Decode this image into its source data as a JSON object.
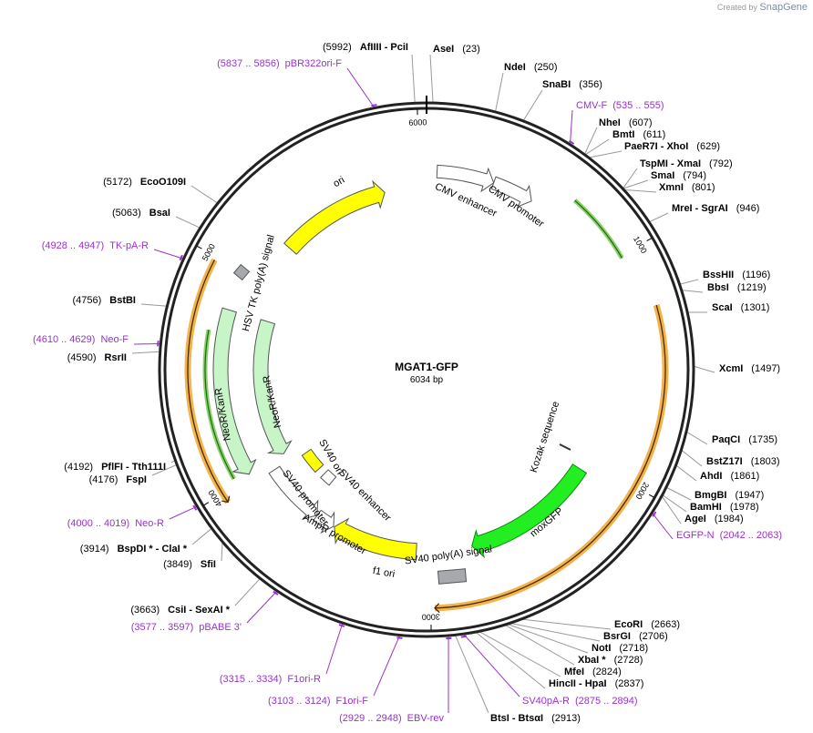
{
  "watermark": {
    "prefix": "Created by",
    "brand": "SnapGene"
  },
  "plasmid": {
    "name": "MGAT1-GFP",
    "length": "6034 bp",
    "total_bp": 6034
  },
  "colors": {
    "ring": "#222222",
    "enzyme_line": "#999999",
    "primer": "#9932cc",
    "ori": "#ffff00",
    "cds_green": "#c8f5c8",
    "gfp": "#22ee22",
    "promoter": "#ffffff",
    "polyA": "#a7a9ac",
    "orange_band": "#f2b24c",
    "dark_line": "#4a2a00"
  },
  "ticks": [
    {
      "bp": 1000,
      "label": "1000"
    },
    {
      "bp": 2000,
      "label": "2000"
    },
    {
      "bp": 3000,
      "label": "3000"
    },
    {
      "bp": 4000,
      "label": "4000"
    },
    {
      "bp": 5000,
      "label": "5000"
    },
    {
      "bp": 6000,
      "label": "6000"
    }
  ],
  "features": [
    {
      "name": "ori",
      "start": 5223,
      "end": 5812,
      "dir": 1,
      "kind": "ori",
      "label": "ori"
    },
    {
      "name": "CMV enhancer",
      "start": 51,
      "end": 331,
      "dir": 1,
      "kind": "promoter",
      "label": "CMV enhancer"
    },
    {
      "name": "CMV promoter",
      "start": 331,
      "end": 534,
      "dir": 1,
      "kind": "promoter",
      "label": "CMV promoter"
    },
    {
      "name": "Kozak sequence",
      "start": 2030,
      "end": 2040,
      "dir": 0,
      "kind": "misc",
      "label": "Kozak sequence"
    },
    {
      "name": "moxGFP",
      "start": 2060,
      "end": 2776,
      "dir": 1,
      "kind": "gfp",
      "label": "moxGFP"
    },
    {
      "name": "SV40 poly(A) signal",
      "start": 2883,
      "end": 3004,
      "dir": 0,
      "kind": "polyA",
      "label": "SV40 poly(A) signal"
    },
    {
      "name": "f1 ori",
      "start": 3071,
      "end": 3526,
      "dir": 1,
      "kind": "ori",
      "label": "f1 ori"
    },
    {
      "name": "AmpR promoter",
      "start": 3531,
      "end": 3635,
      "dir": -1,
      "kind": "promoter",
      "label": "AmpR promoter"
    },
    {
      "name": "SV40 promoter",
      "start": 3636,
      "end": 3966,
      "dir": -1,
      "kind": "promoter",
      "label": "SV40 promoter"
    },
    {
      "name": "SV40 enhancer",
      "start": 3690,
      "end": 3762,
      "dir": 0,
      "kind": "promoter",
      "label": "SV40 enhancer"
    },
    {
      "name": "SV40 ori",
      "start": 3810,
      "end": 3946,
      "dir": 0,
      "kind": "ori",
      "label": "SV40 ori"
    },
    {
      "name": "NeoR/KanR inner",
      "start": 4014,
      "end": 4808,
      "dir": -1,
      "kind": "cds",
      "label": "NeoR/KanR"
    },
    {
      "name": "NeoR/KanR outer",
      "start": 4014,
      "end": 4808,
      "dir": -1,
      "kind": "cds",
      "label": "NeoR/KanR"
    },
    {
      "name": "HSV TK poly(A) signal",
      "start": 4960,
      "end": 5008,
      "dir": 0,
      "kind": "polyA",
      "label": "HSV TK poly(A) signal"
    }
  ],
  "orf_bands": [
    {
      "start": 1245,
      "end": 2984,
      "dir": 1
    },
    {
      "start": 3960,
      "end": 4985,
      "dir": -1
    }
  ],
  "green_lines": [
    {
      "start": 690,
      "end": 1010,
      "dir": -1
    },
    {
      "start": 4030,
      "end": 4700,
      "dir": -1
    }
  ],
  "sites": [
    {
      "name": "AfIIII - PciI",
      "pos": "(5992)"
    },
    {
      "name": "AseI",
      "pos": "(23)"
    },
    {
      "name": "NdeI",
      "pos": "(250)"
    },
    {
      "name": "SnaBI",
      "pos": "(356)"
    },
    {
      "name": "NheI",
      "pos": "(607)"
    },
    {
      "name": "BmtI",
      "pos": "(611)"
    },
    {
      "name": "PaeR7I - XhoI",
      "pos": "(629)"
    },
    {
      "name": "TspMI - XmaI",
      "pos": "(792)"
    },
    {
      "name": "SmaI",
      "pos": "(794)"
    },
    {
      "name": "XmnI",
      "pos": "(801)"
    },
    {
      "name": "MreI - SgrAI",
      "pos": "(946)"
    },
    {
      "name": "BssHII",
      "pos": "(1196)"
    },
    {
      "name": "BbsI",
      "pos": "(1219)"
    },
    {
      "name": "ScaI",
      "pos": "(1301)"
    },
    {
      "name": "XcmI",
      "pos": "(1497)"
    },
    {
      "name": "PaqCI",
      "pos": "(1735)"
    },
    {
      "name": "BstZ17I",
      "pos": "(1803)"
    },
    {
      "name": "AhdI",
      "pos": "(1861)"
    },
    {
      "name": "BmgBI",
      "pos": "(1947)"
    },
    {
      "name": "BamHI",
      "pos": "(1978)"
    },
    {
      "name": "AgeI",
      "pos": "(1984)"
    },
    {
      "name": "EcoRI",
      "pos": "(2663)"
    },
    {
      "name": "BsrGI",
      "pos": "(2706)"
    },
    {
      "name": "NotI",
      "pos": "(2718)"
    },
    {
      "name": "XbaI *",
      "pos": "(2728)"
    },
    {
      "name": "MfeI",
      "pos": "(2824)"
    },
    {
      "name": "HincII - HpaI",
      "pos": "(2837)"
    },
    {
      "name": "BtsI - BtsαI",
      "pos": "(2913)"
    },
    {
      "name": "CsiI - SexAI *",
      "pos": "(3663)"
    },
    {
      "name": "SfiI",
      "pos": "(3849)"
    },
    {
      "name": "BspDI * - ClaI *",
      "pos": "(3914)"
    },
    {
      "name": "FspI",
      "pos": "(4176)"
    },
    {
      "name": "PflFI - Tth111I",
      "pos": "(4192)"
    },
    {
      "name": "RsrII",
      "pos": "(4590)"
    },
    {
      "name": "BstBI",
      "pos": "(4756)"
    },
    {
      "name": "BsaI",
      "pos": "(5063)"
    },
    {
      "name": "EcoO109I",
      "pos": "(5172)"
    }
  ],
  "primers": [
    {
      "name": "pBR322ori-F",
      "range": "(5837 .. 5856)"
    },
    {
      "name": "CMV-F",
      "range": "(535 .. 555)"
    },
    {
      "name": "EGFP-N",
      "range": "(2042 .. 2063)"
    },
    {
      "name": "SV40pA-R",
      "range": "(2875 .. 2894)"
    },
    {
      "name": "EBV-rev",
      "range": "(2929 .. 2948)"
    },
    {
      "name": "F1ori-F",
      "range": "(3103 .. 3124)"
    },
    {
      "name": "F1ori-R",
      "range": "(3315 .. 3334)"
    },
    {
      "name": "pBABE 3'",
      "range": "(3577 .. 3597)"
    },
    {
      "name": "Neo-R",
      "range": "(4000 .. 4019)"
    },
    {
      "name": "Neo-F",
      "range": "(4610 .. 4629)"
    },
    {
      "name": "TK-pA-R",
      "range": "(4928 .. 4947)"
    }
  ]
}
